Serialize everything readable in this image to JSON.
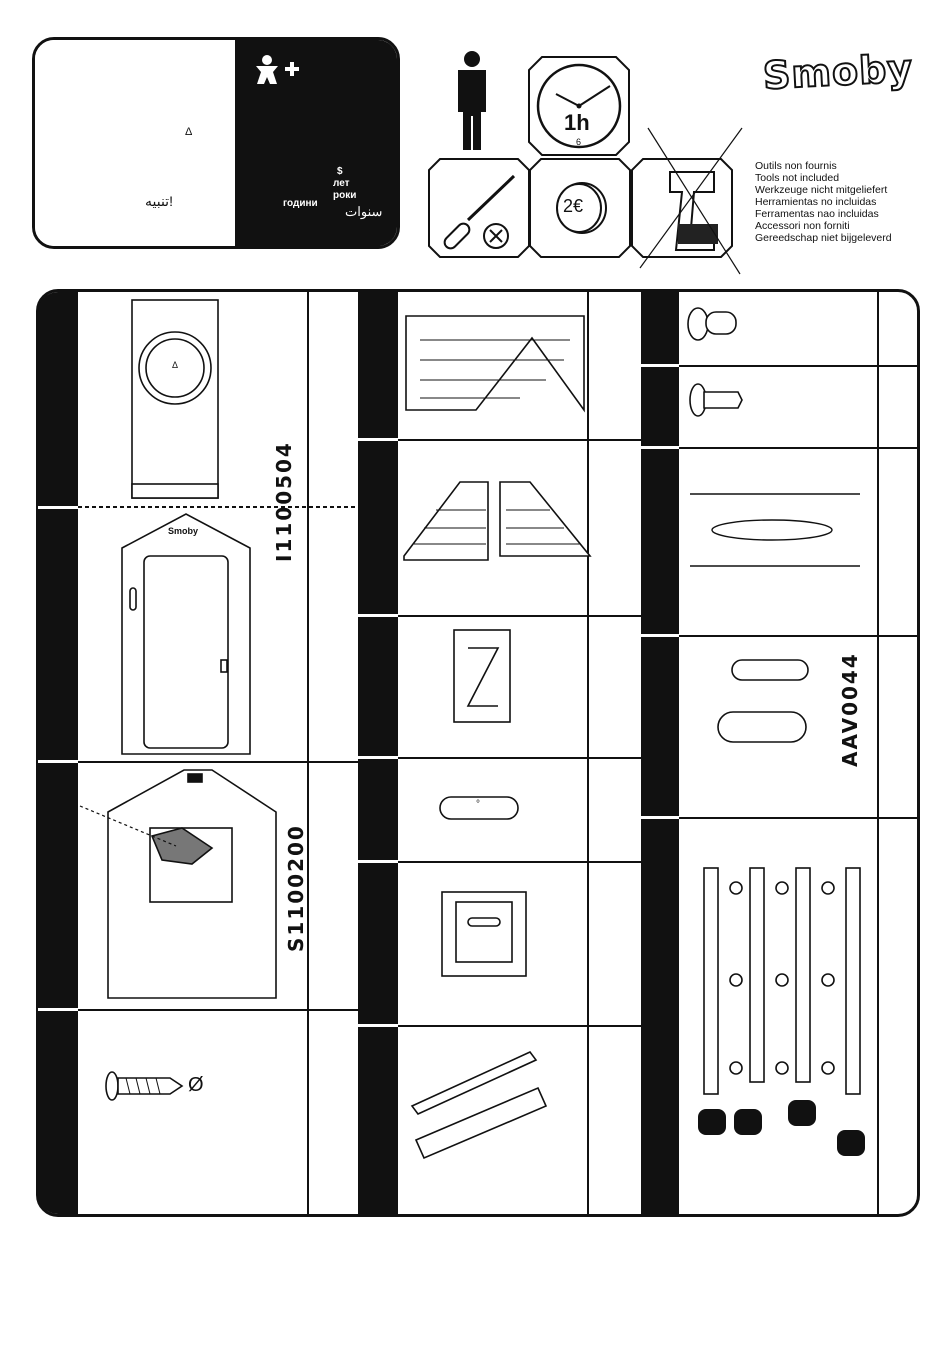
{
  "header": {
    "warning_box": {
      "symbol_left": "Δ",
      "arabic_warning": "تنبيه!",
      "age_icon": "child-plus-icon",
      "years_dollar": "$",
      "years_ru": "лет",
      "years_uk": "роки",
      "years_bg": "години",
      "years_ar": "سنوات"
    },
    "time_label": "1h",
    "clock_six": "6",
    "coin_label": "2€",
    "brand": "Smoby",
    "tools_not_included": [
      "Outils non  fournis",
      "Tools not included",
      "Werkzeuge nicht mitgeliefert",
      "Herramientas no incluidas",
      "Ferramentas nao incluidas",
      "Accessori non forniti",
      "Gereedschap niet bijgeleverd"
    ]
  },
  "parts": {
    "col1_code_top": "I1100504",
    "col1_code_bottom": "S1100200",
    "door_brand": "Smoby",
    "panel_mark": "Δ",
    "screw_diameter": "Ø",
    "col3_code": "AAV0044",
    "oval_mark": "°"
  }
}
